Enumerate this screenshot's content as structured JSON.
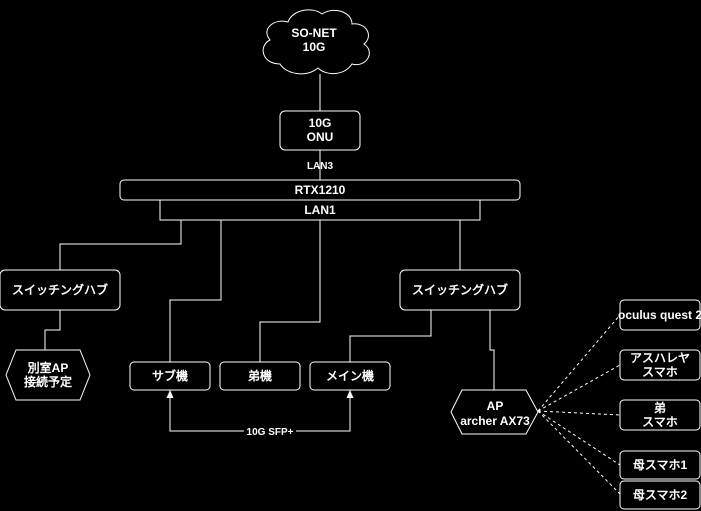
{
  "cloud": {
    "line1": "SO-NET",
    "line2": "10G"
  },
  "onu": {
    "line1": "10G",
    "line2": "ONU"
  },
  "labels": {
    "lan3": "LAN3",
    "sfp": "10G SFP+"
  },
  "router": {
    "name": "RTX1210",
    "port": "LAN1"
  },
  "switch_left": {
    "label": "スイッチングハブ"
  },
  "switch_right": {
    "label": "スイッチングハブ"
  },
  "ap_planned": {
    "line1": "別室AP",
    "line2": "接続予定"
  },
  "pcs": {
    "sub": "サブ機",
    "brother": "弟機",
    "main": "メイン機"
  },
  "ap_main": {
    "line1": "AP",
    "line2": "archer AX73"
  },
  "clients": {
    "oculus": "oculus quest 2",
    "asuhare_l1": "アスハレヤ",
    "asuhare_l2": "スマホ",
    "brother_l1": "弟",
    "brother_l2": "スマホ",
    "mother1": "母スマホ1",
    "mother2": "母スマホ2"
  },
  "colors": {
    "background": "#000000",
    "stroke": "#ffffff",
    "text": "#ffffff"
  }
}
